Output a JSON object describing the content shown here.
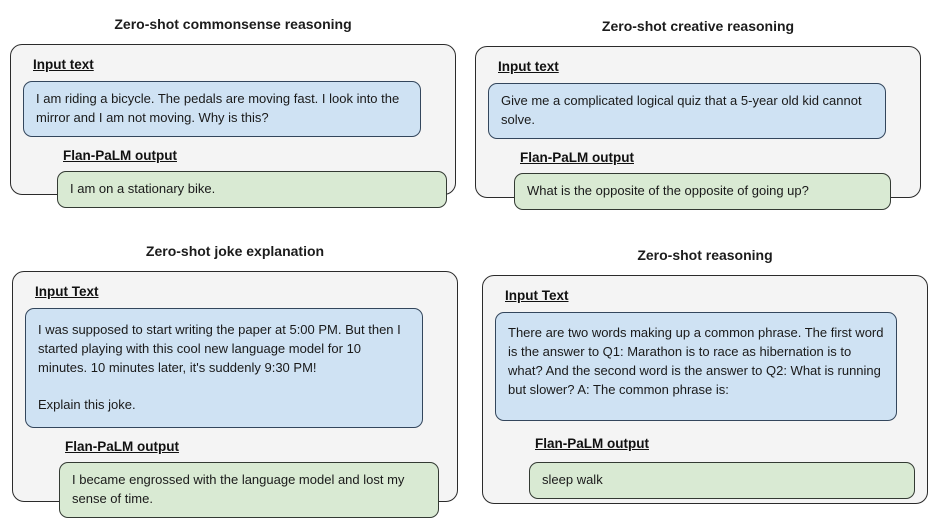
{
  "colors": {
    "input_box_bg": "#cfe2f3",
    "output_box_bg": "#d9ead3",
    "panel_bg": "#f4f4f4",
    "border_dark": "#2b2b2b"
  },
  "panels": [
    {
      "title": "Zero-shot commonsense reasoning",
      "input_label": "Input text",
      "input_text": "I am riding a bicycle. The pedals are moving fast. I look into the mirror and I am not moving. Why is this?",
      "output_label": "Flan-PaLM output",
      "output_text": "I am on a stationary bike."
    },
    {
      "title": "Zero-shot creative reasoning",
      "input_label": "Input text",
      "input_text": "Give me a complicated logical quiz that a 5-year old kid cannot solve.",
      "output_label": "Flan-PaLM output",
      "output_text": "What is the opposite of the opposite of going up?"
    },
    {
      "title": "Zero-shot joke explanation",
      "input_label": "Input Text",
      "input_text": "I was supposed to start writing the paper at 5:00 PM. But then I started playing with this cool new language model for 10 minutes. 10 minutes later, it's suddenly 9:30 PM!\n\nExplain this joke.",
      "output_label": "Flan-PaLM output",
      "output_text": "I became engrossed with the language model and lost my sense of time."
    },
    {
      "title": "Zero-shot reasoning",
      "input_label": "Input Text",
      "input_text": "There are two words making up a common phrase. The first word is the answer to Q1: Marathon is to race as hibernation is to what? And the second word is the answer to Q2: What is running but slower? A: The common phrase is:",
      "output_label": "Flan-PaLM output",
      "output_text": "sleep walk"
    }
  ]
}
